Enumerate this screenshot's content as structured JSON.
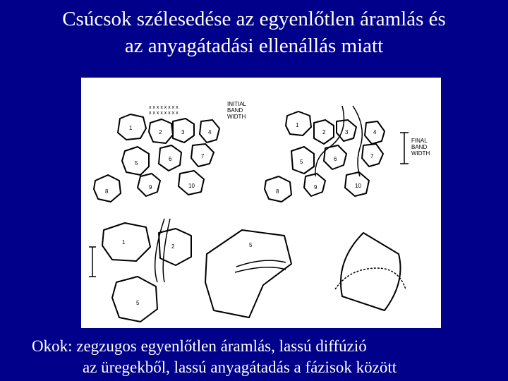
{
  "slide": {
    "title_line1": "Csúcsok szélesedése az egyenlőtlen áramlás és",
    "title_line2": "az anyagátadási ellenállás miatt",
    "caption_line1": "Okok: zegzugos egyenlőtlen áramlás, lassú diffúzió",
    "caption_line2": "az üregekből, lassú anyagátadás a fázisok között"
  },
  "figure": {
    "initial_label_1": "INITIAL",
    "initial_label_2": "BAND",
    "initial_label_3": "WIDTH",
    "final_label_1": "FINAL",
    "final_label_2": "BAND",
    "final_label_3": "WIDTH",
    "panel1_particles": [
      "1",
      "2",
      "3",
      "4",
      "5",
      "6",
      "7",
      "8",
      "9",
      "10"
    ],
    "panel2_particles": [
      "1",
      "2",
      "3",
      "4",
      "5",
      "6",
      "7",
      "8",
      "9",
      "10"
    ],
    "panel3_particles": [
      "1",
      "2",
      "5"
    ],
    "panel4_particles": [
      "5"
    ]
  }
}
